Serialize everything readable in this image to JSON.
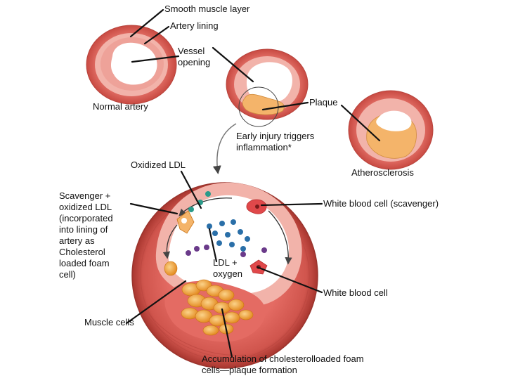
{
  "labels": {
    "smooth_muscle_layer": "Smooth muscle layer",
    "artery_lining": "Artery lining",
    "vessel_opening": "Vessel opening",
    "normal_artery": "Normal artery",
    "plaque": "Plaque",
    "early_injury": "Early injury triggers inflammation*",
    "oxidized_ldl": "Oxidized LDL",
    "atherosclerosis": "Atherosclerosis",
    "scavenger_oxidized_ldl": "Scavenger + oxidized LDL (incorporated into lining of artery as Cholesterol loaded foam cell)",
    "white_blood_cell_scavenger": "White blood cell (scavenger)",
    "ldl_oxygen": "LDL + oxygen",
    "white_blood_cell": "White blood cell",
    "muscle_cells": "Muscle cells",
    "accumulation": "Accumulation of cholesterolloaded foam cells—plaque formation"
  },
  "colors": {
    "artery_wall": "#e0665f",
    "artery_wall_dark": "#c94a44",
    "lining": "#f2b3aa",
    "lumen": "#ffffff",
    "plaque": "#f4b46a",
    "plaque_light": "#f7c98a",
    "ldl_blue": "#2a6fa8",
    "ldl_teal": "#2a9a8a",
    "ldl_purple": "#6a3a8a",
    "muscle_cell": "#f0a23a",
    "leader_line": "#111111"
  }
}
